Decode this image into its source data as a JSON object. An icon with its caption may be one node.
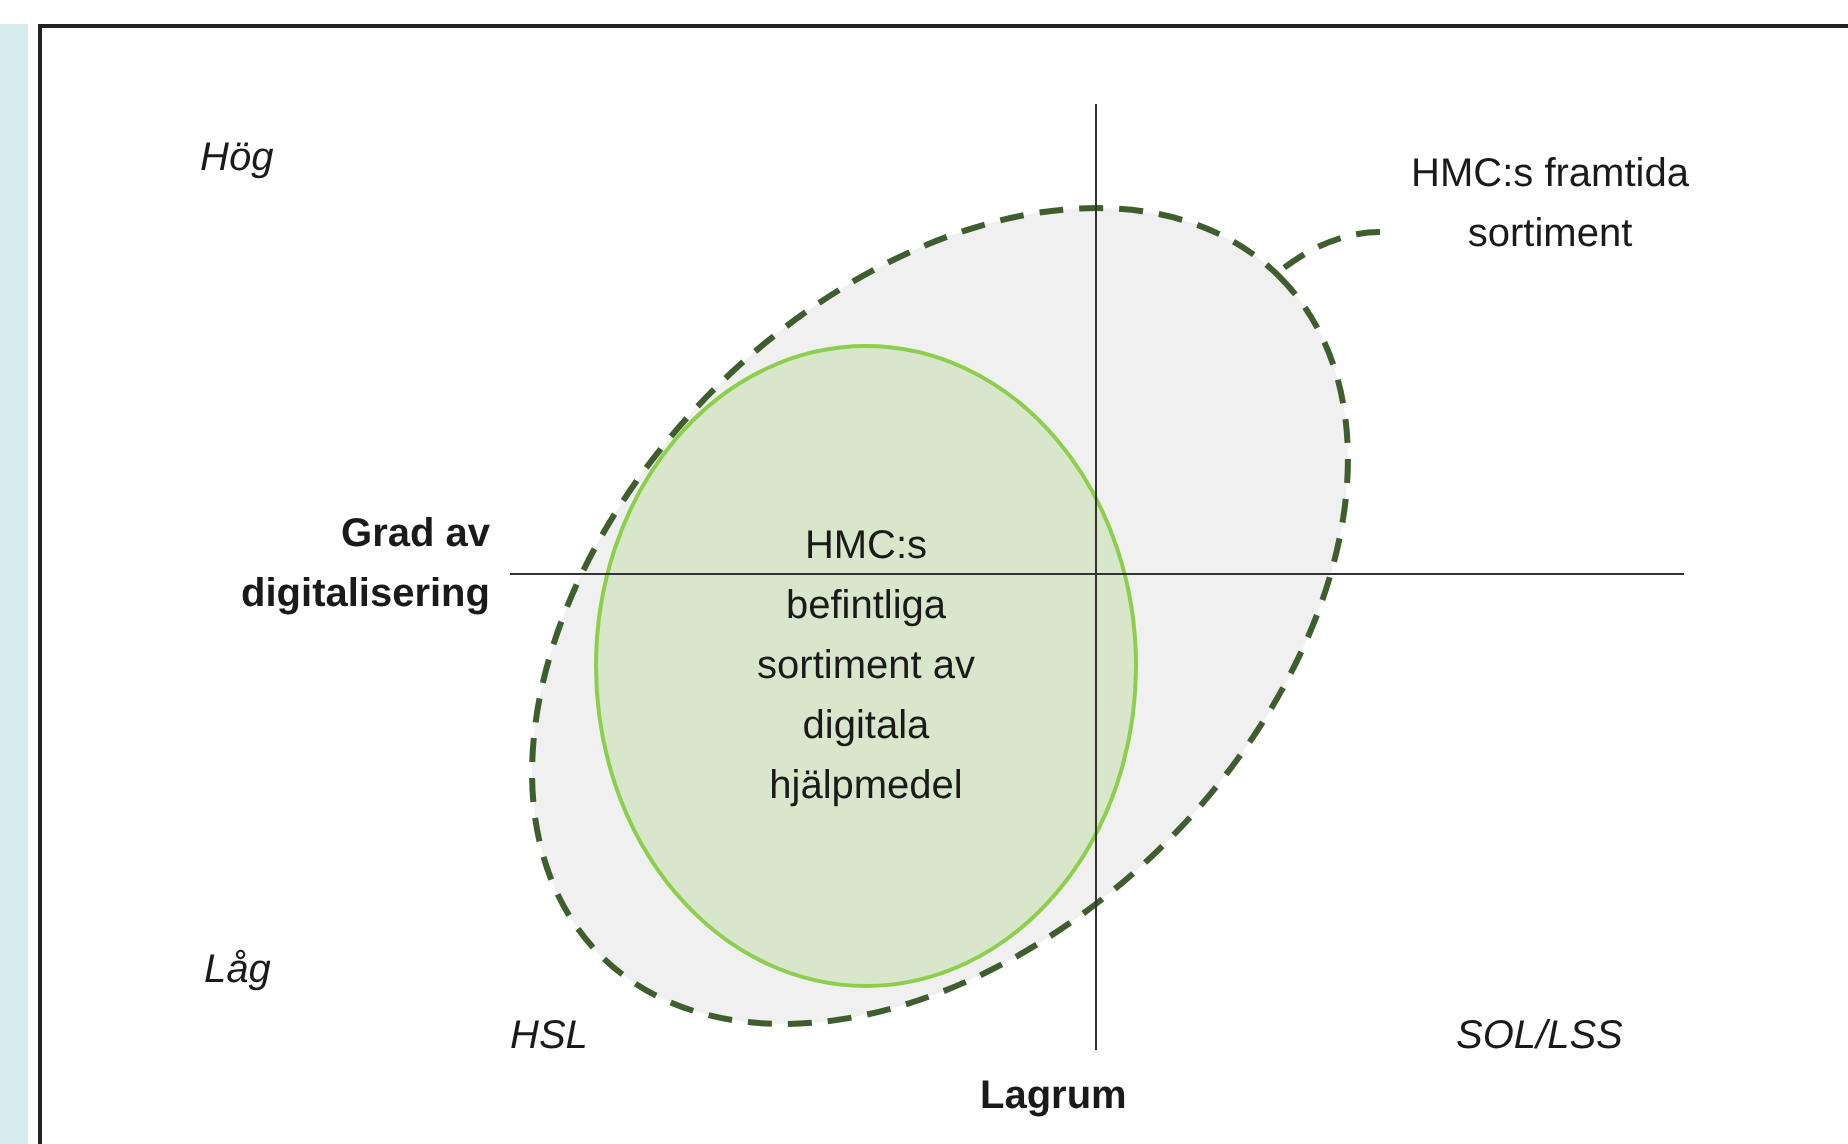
{
  "diagram": {
    "nodes": [
      {
        "text": [
          "HMC:s framtida sortiment"
        ]
      },
      {
        "text": [],
        "shape": "ellipse"
      },
      {
        "text": [
          "HMC:s befintliga sortiment av digitala hjälpmedel"
        ],
        "in": 1
      }
    ],
    "edges": [
      {
        "from": 0,
        "to": 1,
        "arrow": "none",
        "style": "dashed",
        "color": "#3e5e2e"
      }
    ],
    "labels": [
      "Hög",
      "Grad av digitalisering",
      "Låg",
      "HSL",
      "SOL/LSS",
      "Lagrum"
    ]
  }
}
